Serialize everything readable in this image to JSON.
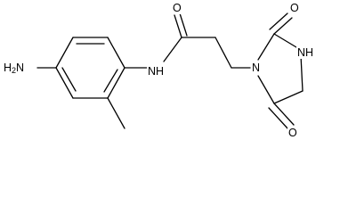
{
  "molecule": {
    "atom_labels": {
      "amine_n": "H2N",
      "amide_nh": "NH",
      "amide_o": "O",
      "ring_n1": "N",
      "ring_nh": "NH",
      "urea_o": "O",
      "lower_o": "O"
    }
  }
}
